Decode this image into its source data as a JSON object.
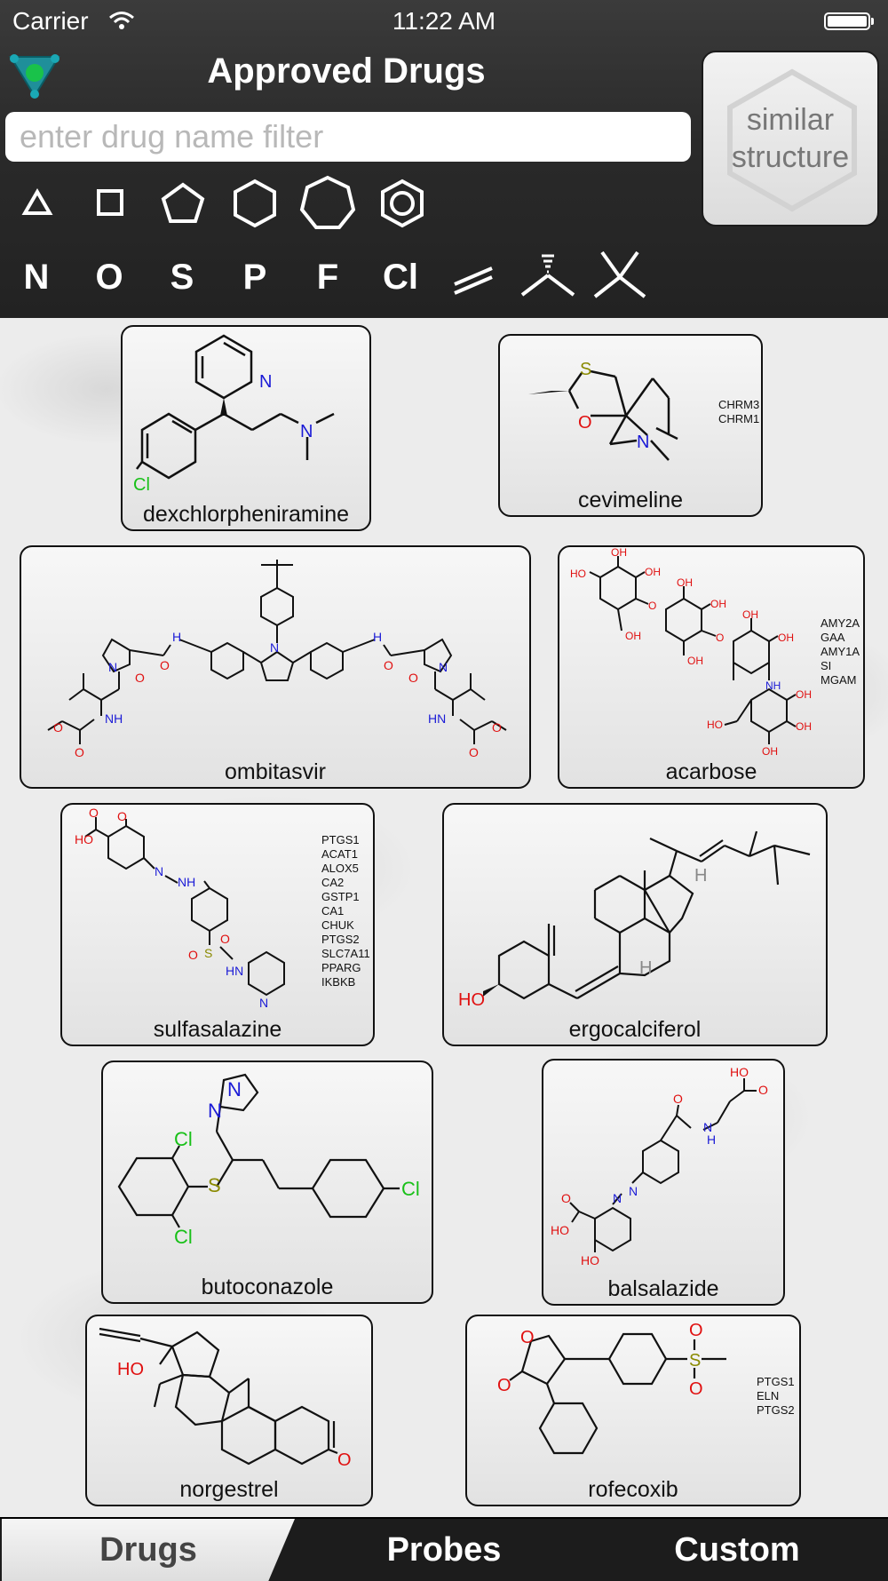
{
  "status_bar": {
    "carrier": "Carrier",
    "time": "11:22 AM"
  },
  "header": {
    "title": "Approved Drugs",
    "search_placeholder": "enter drug name filter",
    "similar_button": {
      "line1": "similar",
      "line2": "structure"
    },
    "atoms": [
      "N",
      "O",
      "S",
      "P",
      "F",
      "Cl"
    ],
    "shapes": [
      "triangle",
      "square",
      "pentagon",
      "hexagon",
      "heptagon",
      "benzene",
      "double-bond",
      "wedge-stereo",
      "plain-branch"
    ]
  },
  "colors": {
    "nitrogen": "#1a1ad6",
    "oxygen": "#e01010",
    "sulfur": "#8a8a00",
    "chlorine": "#18c018",
    "stereo_h": "#888888"
  },
  "drugs": [
    {
      "name": "dexchlorpheniramine",
      "targets": []
    },
    {
      "name": "cevimeline",
      "targets": [
        "CHRM3",
        "CHRM1"
      ]
    },
    {
      "name": "ombitasvir",
      "targets": []
    },
    {
      "name": "acarbose",
      "targets": [
        "AMY2A",
        "GAA",
        "AMY1A",
        "SI",
        "MGAM"
      ]
    },
    {
      "name": "sulfasalazine",
      "targets": [
        "PTGS1",
        "ACAT1",
        "ALOX5",
        "CA2",
        "GSTP1",
        "CA1",
        "CHUK",
        "PTGS2",
        "SLC7A11",
        "PPARG",
        "IKBKB"
      ]
    },
    {
      "name": "ergocalciferol",
      "targets": []
    },
    {
      "name": "butoconazole",
      "targets": []
    },
    {
      "name": "balsalazide",
      "targets": []
    },
    {
      "name": "norgestrel",
      "targets": []
    },
    {
      "name": "rofecoxib",
      "targets": [
        "PTGS1",
        "ELN",
        "PTGS2"
      ]
    }
  ],
  "atom_labels": {
    "N": "N",
    "O": "O",
    "S": "S",
    "Cl": "Cl",
    "H": "H",
    "HO": "HO",
    "OH": "OH",
    "HN": "HN",
    "NH": "NH",
    "H_lower": "H"
  },
  "tabs": [
    "Drugs",
    "Probes",
    "Custom"
  ]
}
